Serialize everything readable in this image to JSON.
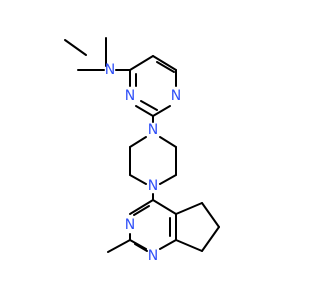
{
  "colors": {
    "nitrogen": "#3050F8",
    "bond": "#000000",
    "background": "#FFFFFF"
  },
  "atoms": {
    "n_dimethylamino": "N",
    "n_pyrimidine_1": "N",
    "n_pyrimidine_2": "N",
    "n_piperazine_1": "N",
    "n_piperazine_2": "N",
    "n_fused_1": "N",
    "n_fused_2": "N"
  }
}
